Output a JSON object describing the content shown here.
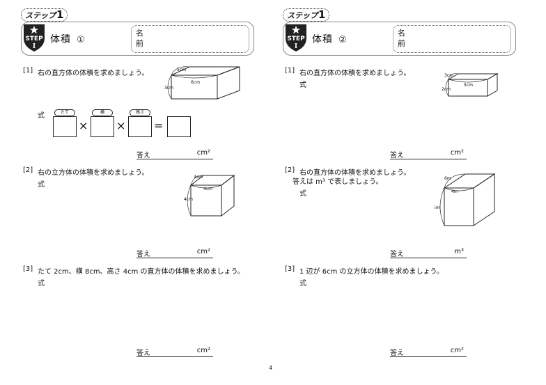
{
  "page_number": "4",
  "left": {
    "step_label": "ステップ",
    "step_num": "1",
    "badge": {
      "text": "STEP",
      "num": "I"
    },
    "title": "体積",
    "title_num": "①",
    "name_label_1": "名",
    "name_label_2": "前",
    "q1": {
      "num": "[1]",
      "text": "右の直方体の体積を求めましょう。",
      "dims": {
        "depth": "5cm",
        "width": "6cm",
        "height": "3cm"
      },
      "formula_label": "式",
      "tags": [
        "たて",
        "横",
        "高さ"
      ],
      "ops": [
        "×",
        "×",
        "="
      ],
      "answer_label": "答え",
      "answer_unit": "cm²"
    },
    "q2": {
      "num": "[2]",
      "text": "右の立方体の体積を求めましょう。",
      "dims": {
        "depth": "4cm",
        "width": "4cm",
        "height": "4cm"
      },
      "formula_label": "式",
      "answer_label": "答え",
      "answer_unit": "cm²"
    },
    "q3": {
      "num": "[3]",
      "text": "たて 2cm、横 8cm、高さ 4cm の直方体の体積を求めましょう。",
      "formula_label": "式",
      "answer_label": "答え",
      "answer_unit": "cm²"
    }
  },
  "right": {
    "step_label": "ステップ",
    "step_num": "1",
    "badge": {
      "text": "STEP",
      "num": "I"
    },
    "title": "体積",
    "title_num": "②",
    "name_label_1": "名",
    "name_label_2": "前",
    "q1": {
      "num": "[1]",
      "text": "右の直方体の体積を求めましょう。",
      "dims": {
        "depth": "3cm",
        "width": "5cm",
        "height": "2cm"
      },
      "formula_label": "式",
      "answer_label": "答え",
      "answer_unit": "cm²"
    },
    "q2": {
      "num": "[2]",
      "text": "右の直方体の体積を求めましょう。",
      "text2": "答えは m³ で表しましょう。",
      "dims": {
        "depth": "6m",
        "width": "4m",
        "height": "5m"
      },
      "formula_label": "式",
      "answer_label": "答え",
      "answer_unit": "m³"
    },
    "q3": {
      "num": "[3]",
      "text": "1 辺が 6cm の立方体の体積を求めましょう。",
      "formula_label": "式",
      "answer_label": "答え",
      "answer_unit": "cm²"
    }
  }
}
